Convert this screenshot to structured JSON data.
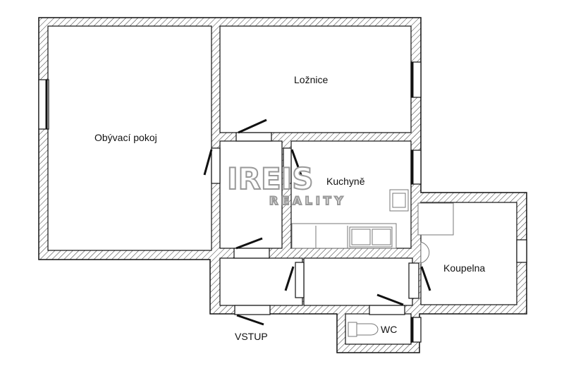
{
  "rooms": {
    "living": "Obývací pokoj",
    "bedroom": "Ložnice",
    "kitchen": "Kuchyně",
    "bathroom": "Koupelna",
    "wc": "WC",
    "entrance": "VSTUP"
  },
  "watermark": {
    "brand": "IREIS",
    "sub": "REALITY"
  }
}
